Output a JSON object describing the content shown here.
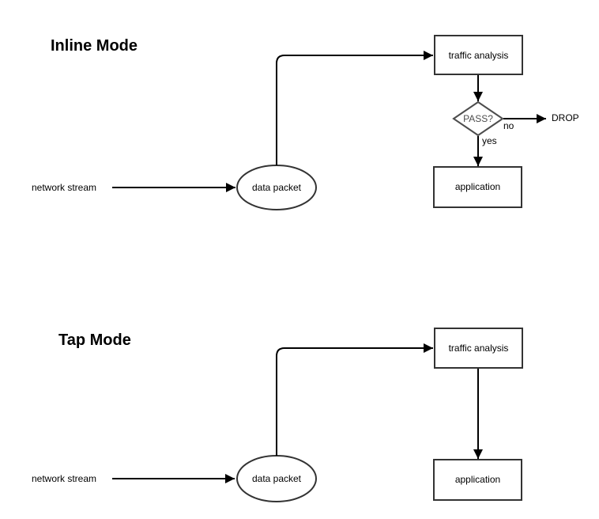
{
  "inline": {
    "title": "Inline Mode",
    "source_label": "network stream",
    "packet_label": "data packet",
    "analysis_label": "traffic analysis",
    "decision_label": "PASS?",
    "no_label": "no",
    "yes_label": "yes",
    "drop_label": "DROP",
    "application_label": "application"
  },
  "tap": {
    "title": "Tap Mode",
    "source_label": "network stream",
    "packet_label": "data packet",
    "analysis_label": "traffic analysis",
    "application_label": "application"
  },
  "colors": {
    "edge": "#000000",
    "node_stroke": "#333333",
    "decision_stroke": "#4d4d4d",
    "text": "#000000",
    "background": "#ffffff"
  }
}
